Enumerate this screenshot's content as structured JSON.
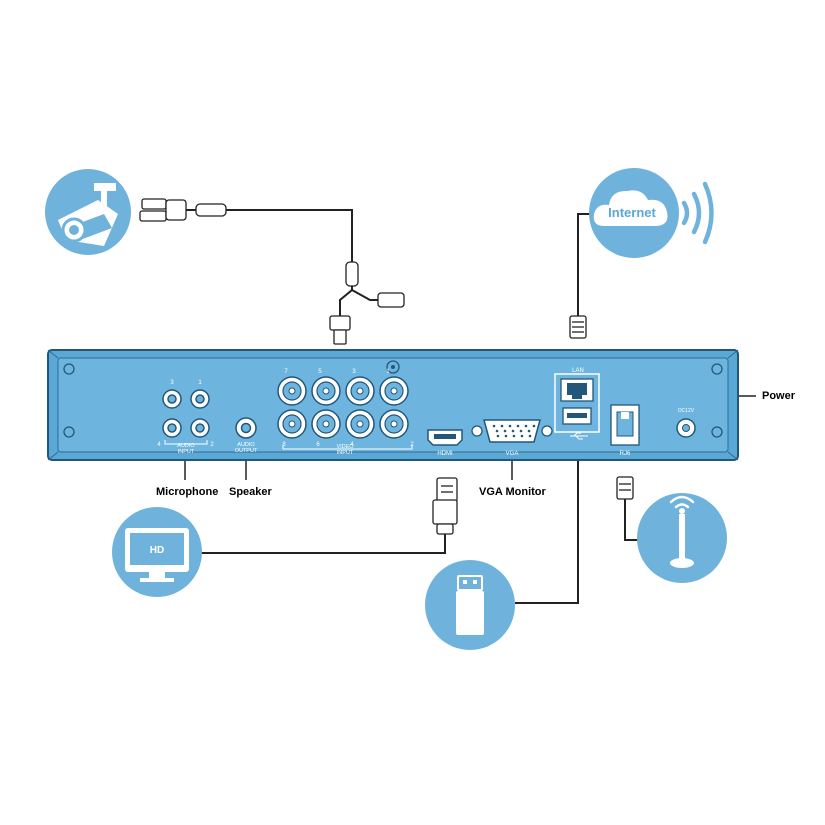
{
  "colors": {
    "accent": "#6fb3dc",
    "panel": "#5ba9d6",
    "panel_dark": "#2e6f99",
    "line": "#222222"
  },
  "icons": {
    "camera": "security-camera-icon",
    "internet": "internet-cloud-icon",
    "monitor": "hd-monitor-icon",
    "usb": "usb-drive-icon",
    "antenna": "wifi-antenna-icon"
  },
  "labels": {
    "internet": "Internet",
    "hd": "HD",
    "power": "Power",
    "microphone": "Microphone",
    "speaker": "Speaker",
    "vga_monitor": "VGA Monitor"
  },
  "panel": {
    "audio_input": "AUDIO\nINPUT",
    "audio_output": "AUDIO\nOUTPUT",
    "video_input": "VIDEO\nINPUT",
    "hdmi": "HDMI",
    "vga": "VGA",
    "lan": "LAN",
    "rj6": "RJ6",
    "power_spec": "DC12V",
    "audio_nums": [
      "3",
      "1",
      "4",
      "2"
    ],
    "video_nums_top": [
      "7",
      "5",
      "3",
      "1"
    ],
    "video_nums_bottom": [
      "8",
      "6",
      "4",
      "2"
    ]
  }
}
